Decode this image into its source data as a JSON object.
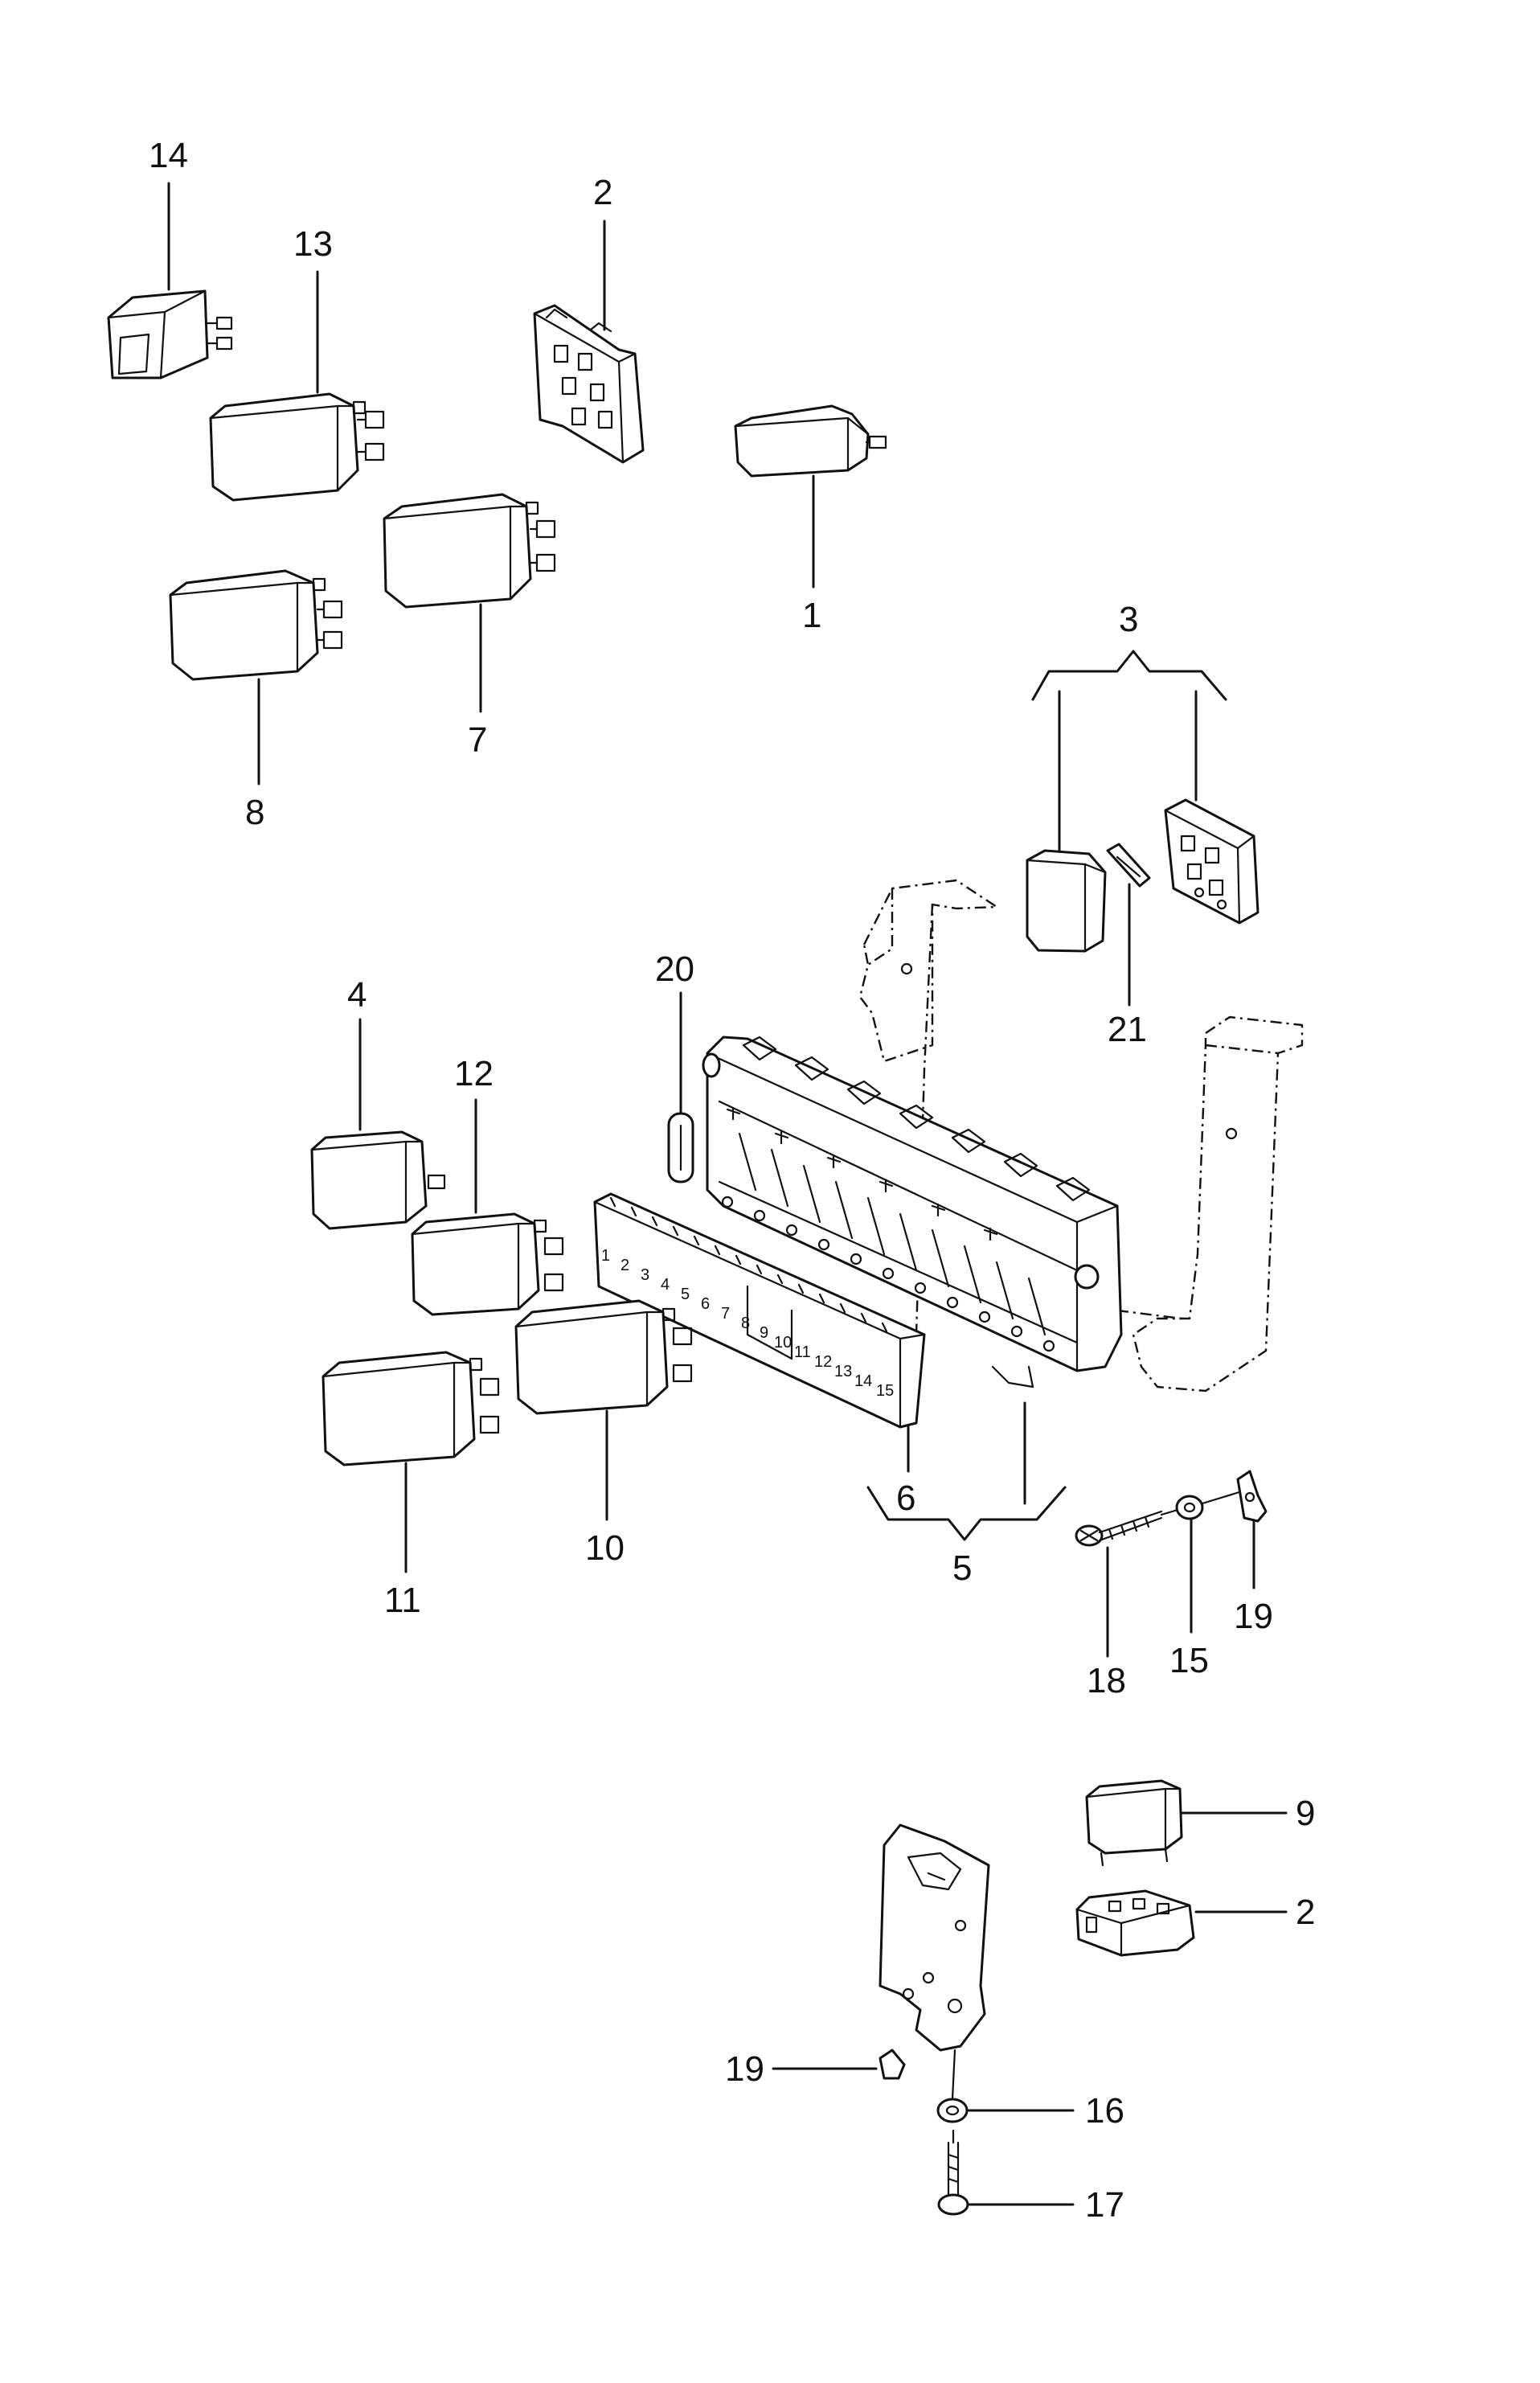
{
  "callouts": {
    "c1": "1",
    "c2a": "2",
    "c2b": "2",
    "c3": "3",
    "c4": "4",
    "c5": "5",
    "c6": "6",
    "c7": "7",
    "c8": "8",
    "c9": "9",
    "c10": "10",
    "c11": "11",
    "c12": "12",
    "c13": "13",
    "c14": "14",
    "c15": "15",
    "c16": "16",
    "c17": "17",
    "c18": "18",
    "c19a": "19",
    "c19b": "19",
    "c20": "20",
    "c21": "21"
  },
  "fuse_strip": {
    "slot_numbers": [
      "1",
      "2",
      "3",
      "4",
      "5",
      "6",
      "7",
      "8",
      "9",
      "10",
      "11",
      "12",
      "13",
      "14",
      "15"
    ]
  }
}
